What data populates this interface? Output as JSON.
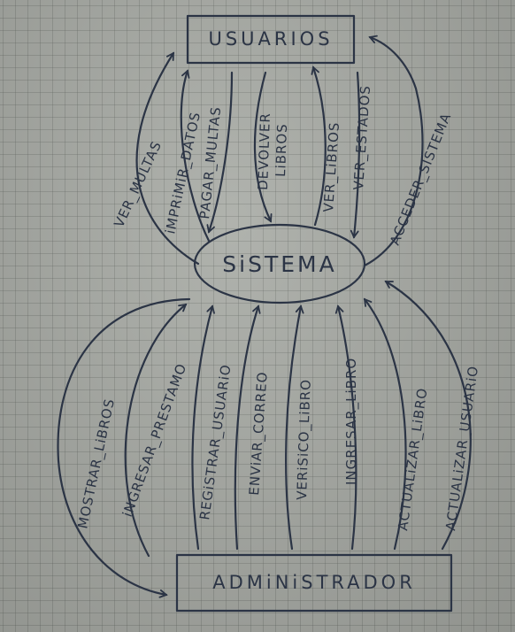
{
  "nodes": {
    "usuarios": "USUARIOS",
    "sistema": "SiSTEMA",
    "administrador": "ADMiNiSTRADOR"
  },
  "usuario_actions": [
    "VER_MULTAS",
    "iMPRiMiR_DATOS",
    "PAGAR_MULTAS",
    "DEVOLVER",
    "LiBROS",
    "VER_LiBROS",
    "VER_ESTADOS",
    "ACCEDER_SISTEMA"
  ],
  "admin_actions": [
    "MOSTRAR_LiBROS",
    "iNGRESAR_PRESTAMO",
    "REGiSTRAR_USUARiO",
    "ENViAR_CORREO",
    "VERiSiCO_LiBRO",
    "INGRESAR_LiBRO",
    "ACTUALiZAR_LiBRO",
    "ACTUALiZAR_USUARiO"
  ]
}
